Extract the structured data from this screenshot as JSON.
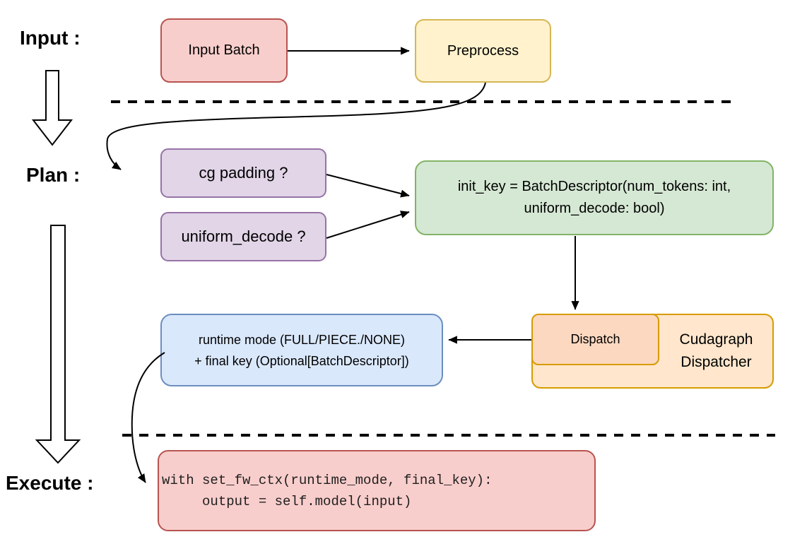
{
  "sections": {
    "input": "Input :",
    "plan": "Plan :",
    "execute": "Execute :"
  },
  "nodes": {
    "input_batch": "Input Batch",
    "preprocess": "Preprocess",
    "cg_padding": "cg padding ?",
    "uniform_decode": "uniform_decode ?",
    "init_key_lines": [
      "init_key = BatchDescriptor(num_tokens: int,",
      "uniform_decode: bool)"
    ],
    "runtime_lines": [
      "runtime mode (FULL/PIECE./NONE)",
      "+ final key (Optional[BatchDescriptor])"
    ],
    "dispatch": "Dispatch",
    "cudagraph_lines": [
      "Cudagraph",
      "Dispatcher"
    ],
    "code_lines": [
      "with set_fw_ctx(runtime_mode, final_key):",
      "     output = self.model(input)"
    ]
  },
  "colors": {
    "red_fill": "#f8cecc",
    "red_stroke": "#b85450",
    "yellow_fill": "#fff2cc",
    "yellow_stroke": "#d6b656",
    "purple_fill": "#e1d5e7",
    "purple_stroke": "#9673a6",
    "green_fill": "#d5e8d4",
    "green_stroke": "#82b366",
    "blue_fill": "#dae8fc",
    "blue_stroke": "#6c8ebf",
    "orange_fill": "#ffe6cc",
    "orange_stroke": "#d79b00",
    "dispatch_fill": "#fcd8c0",
    "line_color": "#000000",
    "code_text": "#1f1f1f"
  }
}
